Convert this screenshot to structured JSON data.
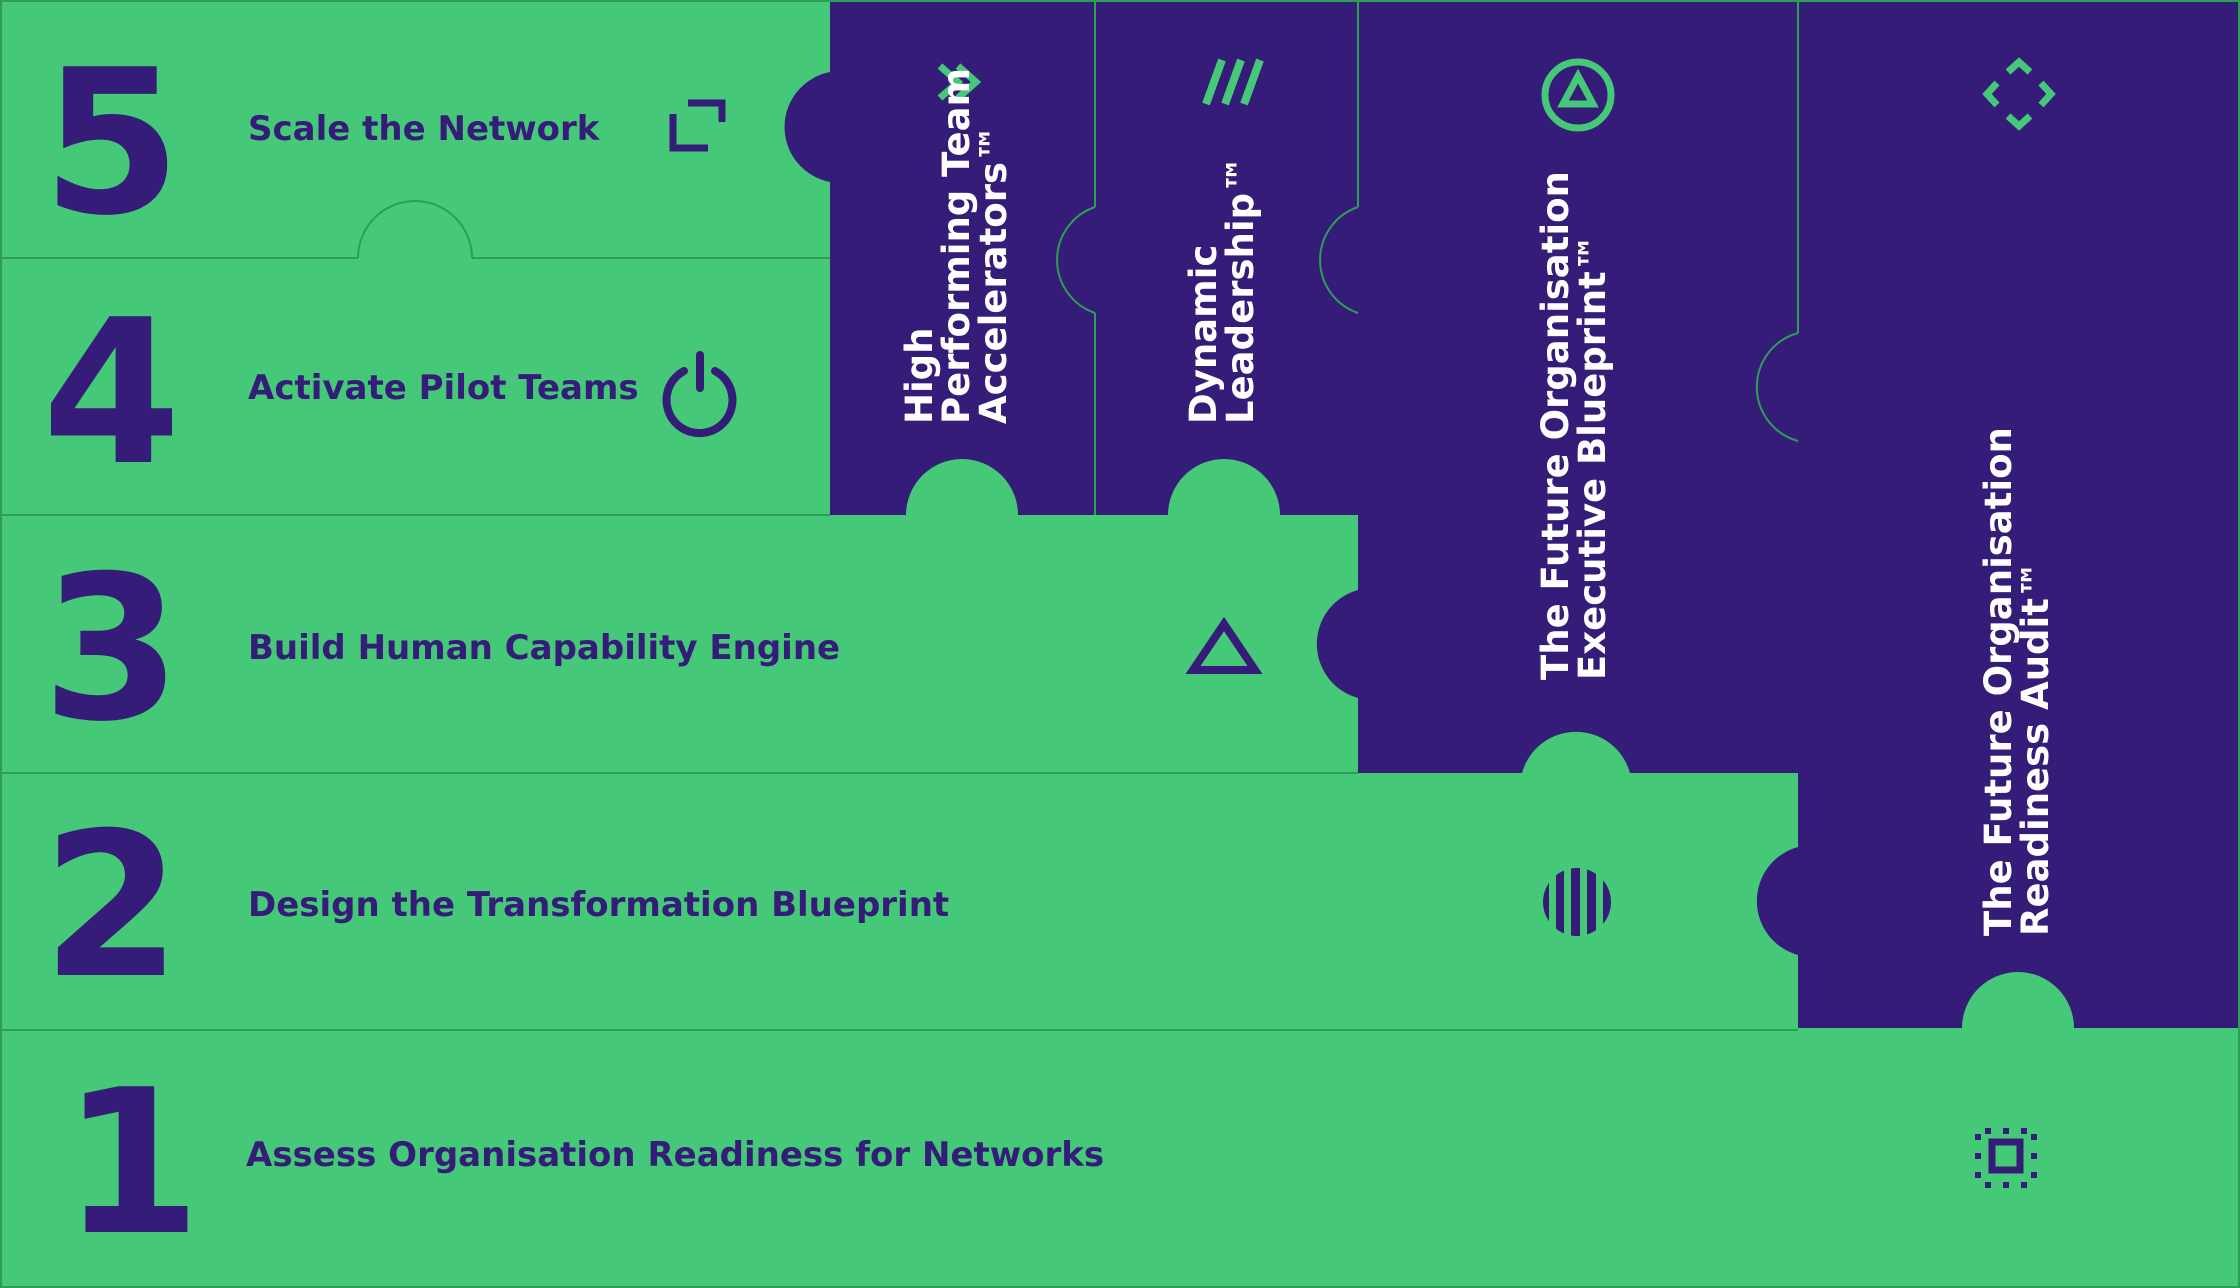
{
  "colors": {
    "green": "#45C878",
    "purple": "#341C78",
    "line": "#2E9E55",
    "label_text": "#FFFFFF"
  },
  "steps": [
    {
      "number": "5",
      "label": "Scale the Network",
      "icon": "corner-bracket-icon"
    },
    {
      "number": "4",
      "label": "Activate Pilot Teams",
      "icon": "power-icon"
    },
    {
      "number": "3",
      "label": "Build Human Capability Engine",
      "icon": "triangle-icon"
    },
    {
      "number": "2",
      "label": "Design the Transformation Blueprint",
      "icon": "striped-circle-icon"
    },
    {
      "number": "1",
      "label": "Assess Organisation Readiness for Networks",
      "icon": "dotted-square-icon"
    }
  ],
  "columns": [
    {
      "label_lines": [
        "High",
        "Performing Team",
        "Accelerators™"
      ],
      "icon": "double-chevron-icon"
    },
    {
      "label_lines": [
        "Dynamic",
        "Leadership™"
      ],
      "icon": "triple-slash-icon"
    },
    {
      "label_lines": [
        "The Future Organisation",
        "Executive Blueprint™"
      ],
      "icon": "circled-triangle-icon"
    },
    {
      "label_lines": [
        "The Future Organisation",
        "Readiness Audit™"
      ],
      "icon": "diamond-arrows-icon"
    }
  ]
}
